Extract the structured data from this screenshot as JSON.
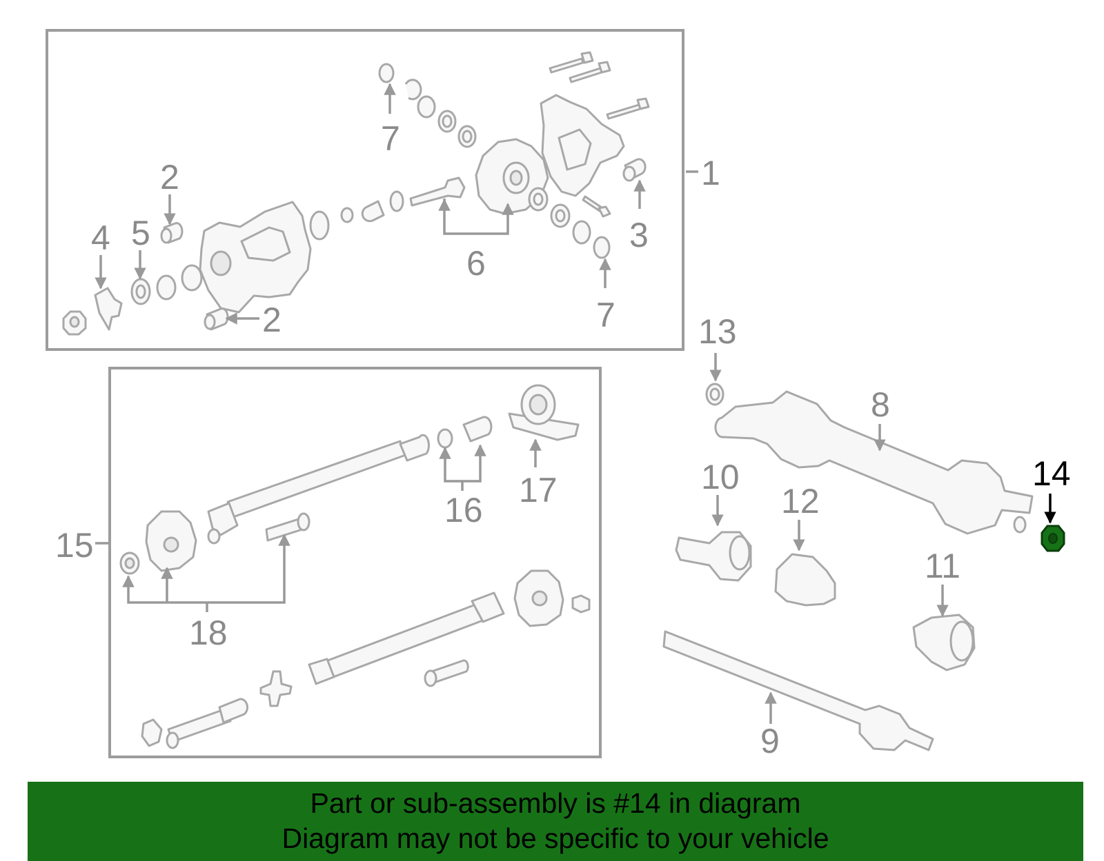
{
  "diagram": {
    "highlighted_part": "14",
    "highlight_color": "#177217",
    "callouts": [
      {
        "id": "c1",
        "label": "1"
      },
      {
        "id": "c2a",
        "label": "2"
      },
      {
        "id": "c2b",
        "label": "2"
      },
      {
        "id": "c3",
        "label": "3"
      },
      {
        "id": "c4",
        "label": "4"
      },
      {
        "id": "c5",
        "label": "5"
      },
      {
        "id": "c6",
        "label": "6"
      },
      {
        "id": "c7a",
        "label": "7"
      },
      {
        "id": "c7b",
        "label": "7"
      },
      {
        "id": "c8",
        "label": "8"
      },
      {
        "id": "c9",
        "label": "9"
      },
      {
        "id": "c10",
        "label": "10"
      },
      {
        "id": "c11",
        "label": "11"
      },
      {
        "id": "c12",
        "label": "12"
      },
      {
        "id": "c13",
        "label": "13"
      },
      {
        "id": "c14",
        "label": "14"
      },
      {
        "id": "c15",
        "label": "15"
      },
      {
        "id": "c16",
        "label": "16"
      },
      {
        "id": "c17",
        "label": "17"
      },
      {
        "id": "c18",
        "label": "18"
      }
    ]
  },
  "banner": {
    "line1": "Part or sub-assembly is #14 in diagram",
    "line2": "Diagram may not be specific to your vehicle",
    "background": "#177217"
  }
}
